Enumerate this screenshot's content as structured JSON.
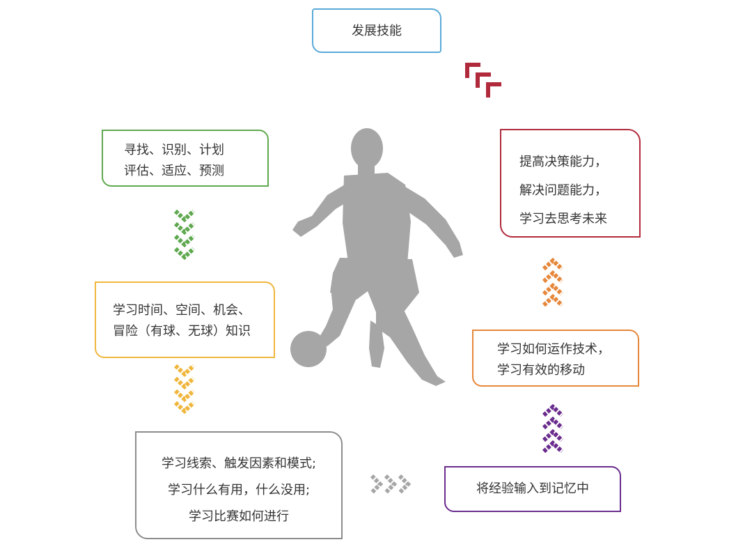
{
  "nodes": {
    "develop_skills": "发展技能",
    "find": [
      "寻找、识别、计划",
      "评估、适应、预测"
    ],
    "learn_time": [
      "学习时间、空间、机会、",
      "冒险（有球、无球）知识"
    ],
    "learn_cues": [
      "学习线索、触发因素和模式;",
      "学习什么有用，什么没用;",
      "学习比赛如何进行"
    ],
    "memory": "将经验输入到记忆中",
    "learn_run": [
      "学习如何运作技术，",
      "学习有效的移动"
    ],
    "decision": [
      "提高决策能力，",
      "解决问题能力，",
      "学习去思考未来"
    ]
  },
  "colors": {
    "blue": "#5aaad8",
    "green": "#5fa84f",
    "yellow": "#f0b63c",
    "gray": "#8c8c8c",
    "purple": "#6a2c8d",
    "orange": "#e6873a",
    "red": "#b02a3b",
    "silhouette": "#a6a6a6"
  }
}
